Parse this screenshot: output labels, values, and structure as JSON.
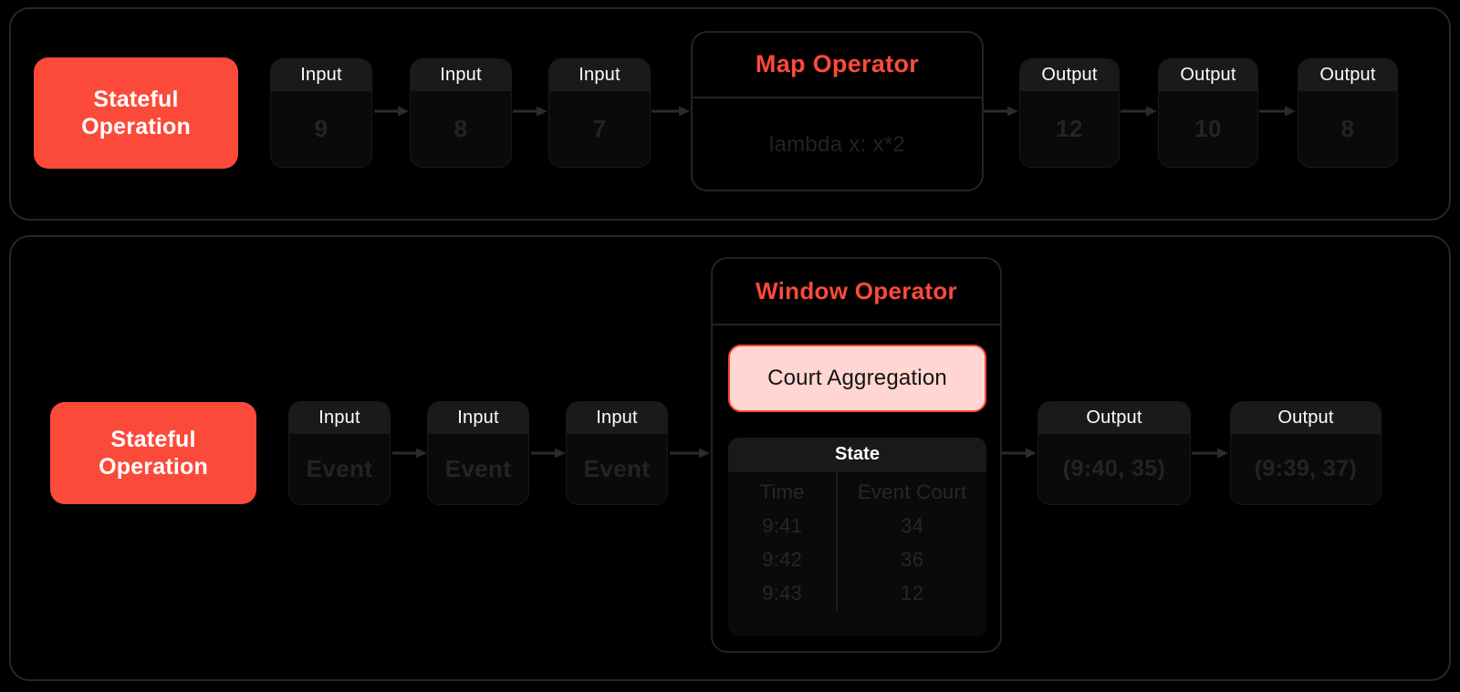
{
  "diagram": {
    "title": "Stateful Operations: Map Operator and Window Operator",
    "accent_color": "#FC4A3A",
    "pill_fill_color": "#FFD6D1",
    "background_color": "#000000",
    "panel_border_color": "#272727"
  },
  "top_panel": {
    "stateful_label": "Stateful\nOperation",
    "stateful_line1": "Stateful",
    "stateful_line2": "Operation",
    "inputs": [
      {
        "header": "Input",
        "value": "9"
      },
      {
        "header": "Input",
        "value": "8"
      },
      {
        "header": "Input",
        "value": "7"
      }
    ],
    "operator": {
      "title": "Map Operator",
      "expression": "lambda x: x*2"
    },
    "outputs": [
      {
        "header": "Output",
        "value": "12"
      },
      {
        "header": "Output",
        "value": "10"
      },
      {
        "header": "Output",
        "value": "8"
      }
    ]
  },
  "bottom_panel": {
    "stateful_line1": "Stateful",
    "stateful_line2": "Operation",
    "inputs": [
      {
        "header": "Input",
        "value": "Event"
      },
      {
        "header": "Input",
        "value": "Event"
      },
      {
        "header": "Input",
        "value": "Event"
      }
    ],
    "operator": {
      "title": "Window Operator",
      "aggregation_label": "Court Aggregation",
      "state": {
        "title": "State",
        "columns": [
          "Time",
          "Event Court"
        ],
        "rows": [
          [
            "9:41",
            "34"
          ],
          [
            "9:42",
            "36"
          ],
          [
            "9:43",
            "12"
          ]
        ]
      }
    },
    "outputs": [
      {
        "header": "Output",
        "value": "(9:40, 35)"
      },
      {
        "header": "Output",
        "value": "(9:39, 37)"
      }
    ]
  },
  "icons": {
    "arrow": "arrow-right-icon"
  }
}
